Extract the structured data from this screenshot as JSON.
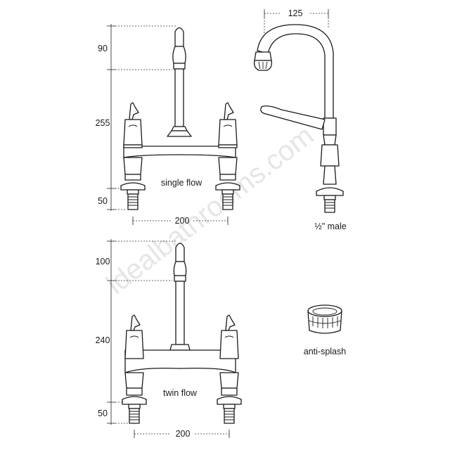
{
  "diagram": {
    "watermark": "idealbathrooms.com",
    "top_front": {
      "dim_spout_height": "90",
      "dim_body_height": "255",
      "dim_tail_height": "50",
      "dim_centres": "200",
      "label": "single flow"
    },
    "side_view": {
      "dim_reach": "125",
      "label": "½\" male"
    },
    "bottom_front": {
      "dim_spout_height": "100",
      "dim_body_height": "240",
      "dim_tail_height": "50",
      "dim_centres": "200",
      "label": "twin flow"
    },
    "accessory": {
      "label": "anti-splash"
    }
  }
}
